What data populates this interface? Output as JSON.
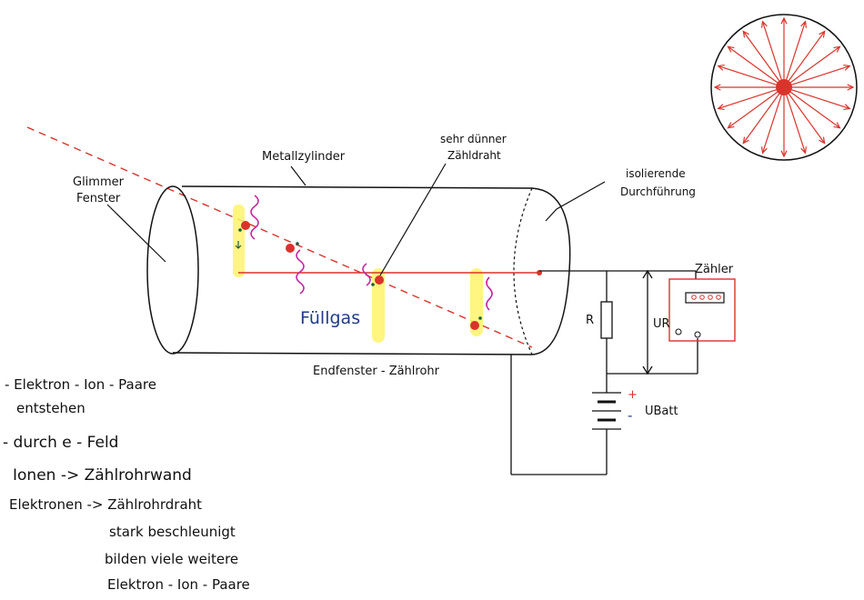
{
  "labels": {
    "glimmer_fenster": [
      "Glimmer",
      "Fenster"
    ],
    "metallzylinder": "Metallzylinder",
    "zaehldraht": [
      "sehr dünner",
      "Zähldraht"
    ],
    "durchfuehrung": [
      "isolierende",
      "Durchführung"
    ],
    "fuellgas": "Füllgas",
    "title": "Endfenster - Zählrohr",
    "resistor": "R",
    "u_r": "UR",
    "counter": "Zähler",
    "battery": "UBatt",
    "plus": "+",
    "minus": "-"
  },
  "notes": [
    "- Elektron - Ion - Paare",
    "entstehen",
    "- durch e - Feld",
    "Ionen -> Zählrohrwand",
    "Elektronen -> Zählrohrdraht",
    "stark beschleunigt",
    "bilden viele weitere",
    "Elektron - Ion - Paare"
  ],
  "colors": {
    "ink": "#111111",
    "radiation": "#d9342b",
    "highlight": "#fff36a",
    "photon": "#c2279c",
    "electron": "#1a5c3a",
    "gas_label": "#1f3c88"
  }
}
